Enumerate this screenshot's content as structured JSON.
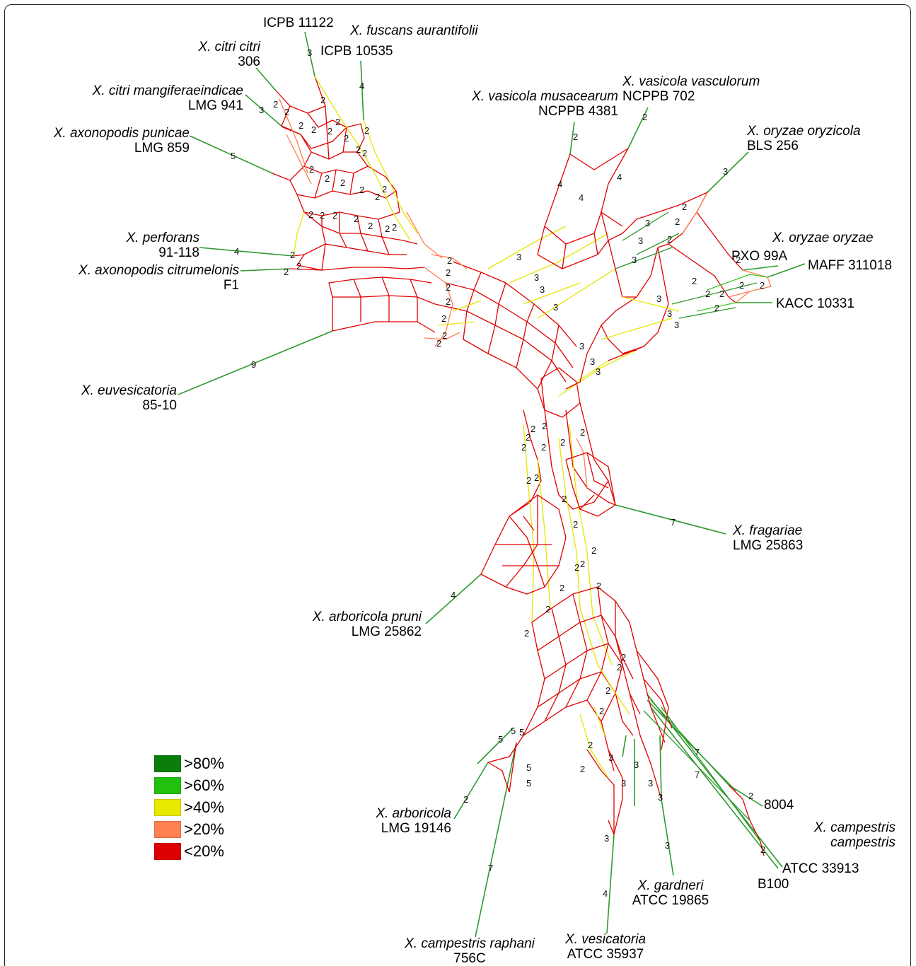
{
  "legend": {
    "items": [
      {
        "label": ">80%",
        "color": "#0a7d0a"
      },
      {
        "label": ">60%",
        "color": "#22c00f"
      },
      {
        "label": ">40%",
        "color": "#e8e800"
      },
      {
        "label": ">20%",
        "color": "#ff8050"
      },
      {
        "label": "<20%",
        "color": "#dd0000"
      }
    ]
  },
  "colors": {
    "green": "#2e9a2e",
    "light_green": "#33cc22",
    "yellow": "#e6e600",
    "orange": "#ff7f50",
    "red": "#e00000"
  },
  "taxa": [
    {
      "species": "X. citri citri",
      "strain": "306"
    },
    {
      "species": "",
      "strain": "ICPB 11122"
    },
    {
      "species": "X. fuscans aurantifolii",
      "strain": "ICPB 10535"
    },
    {
      "species": "X. citri mangiferaeindicae",
      "strain": "LMG 941"
    },
    {
      "species": "X. axonopodis punicae",
      "strain": "LMG 859"
    },
    {
      "species": "X. vasicola musacearum",
      "strain": "NCPPB 4381"
    },
    {
      "species": "X. vasicola vasculorum",
      "strain": "NCPPB 702"
    },
    {
      "species": "X. oryzae oryzicola",
      "strain": "BLS 256"
    },
    {
      "species": "X. oryzae oryzae",
      "strain": "PXO 99A"
    },
    {
      "species": "",
      "strain": "MAFF 311018"
    },
    {
      "species": "",
      "strain": "KACC 10331"
    },
    {
      "species": "X. perforans",
      "strain": "91-118"
    },
    {
      "species": "X. axonopodis citrumelonis",
      "strain": "F1"
    },
    {
      "species": "X. euvesicatoria",
      "strain": "85-10"
    },
    {
      "species": "X. fragariae",
      "strain": "LMG 25863"
    },
    {
      "species": "X. arboricola pruni",
      "strain": "LMG 25862"
    },
    {
      "species": "X. arboricola",
      "strain": "LMG 19146"
    },
    {
      "species": "X. campestris campestris",
      "strain": "8004"
    },
    {
      "species": "",
      "strain": "ATCC 33913"
    },
    {
      "species": "",
      "strain": "B100"
    },
    {
      "species": "X. gardneri",
      "strain": "ATCC 19865"
    },
    {
      "species": "X. campestris raphani",
      "strain": "756C"
    },
    {
      "species": "X. vesicatoria",
      "strain": "ATCC 35937"
    }
  ],
  "species_lines": {
    "campestris_1": "X. campestris",
    "campestris_2": "campestris"
  },
  "edge_weights": [
    "2",
    "3",
    "4",
    "5",
    "7",
    "9"
  ]
}
